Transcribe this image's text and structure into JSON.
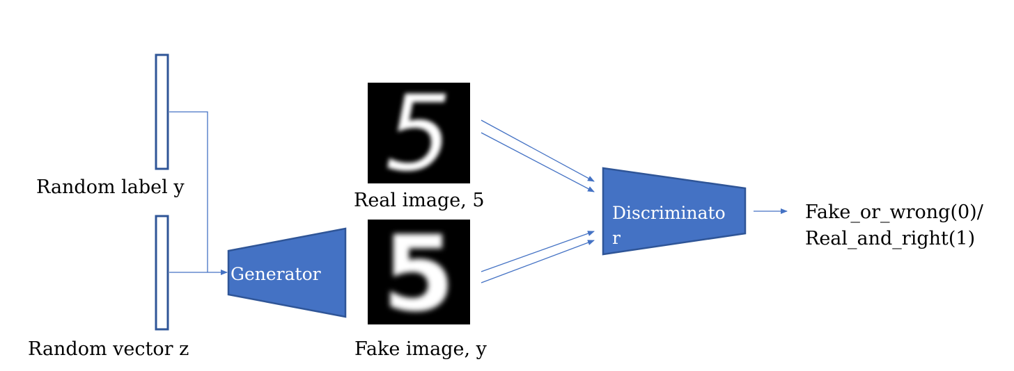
{
  "inputs": {
    "label_y": "Random label y",
    "vector_z": "Random vector z"
  },
  "generator": {
    "label": "Generator"
  },
  "images": {
    "real": {
      "caption": "Real image, 5",
      "digit": "5"
    },
    "fake": {
      "caption": "Fake image, y",
      "digit": "5"
    }
  },
  "discriminator": {
    "label_line1": "Discriminato",
    "label_line2": "r"
  },
  "output": {
    "line1": "Fake_or_wrong(0)/",
    "line2": "Real_and_right(1)"
  },
  "colors": {
    "block_fill": "#4472c4",
    "block_border": "#2f5597",
    "arrow": "#4472c4"
  }
}
